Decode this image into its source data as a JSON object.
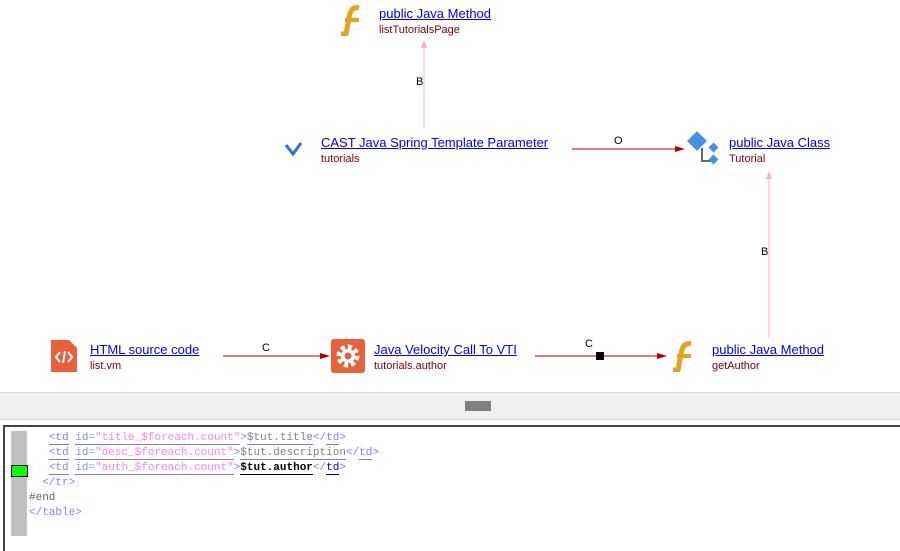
{
  "nodes": [
    {
      "title": " public Java Method",
      "subtitle": "listTutorialsPage",
      "icon": "java-method-icon"
    },
    {
      "title": "CAST Java Spring Template Parameter",
      "subtitle": "tutorials",
      "icon": "spring-parameter-icon"
    },
    {
      "title": " public Java Class",
      "subtitle": "Tutorial",
      "icon": "java-class-icon"
    },
    {
      "title": "HTML source code",
      "subtitle": "list.vm",
      "icon": "html-file-icon"
    },
    {
      "title": "Java Velocity Call To VTI",
      "subtitle": "tutorials.author",
      "icon": "gear-icon"
    },
    {
      "title": " public Java Method",
      "subtitle": "getAuthor",
      "icon": "java-method-icon"
    }
  ],
  "edges": [
    "B",
    "O",
    "B",
    "C",
    "C"
  ],
  "code": {
    "lines": [
      {
        "indent": "   ",
        "id": "title_$foreach.count",
        "text": "$tut.title"
      },
      {
        "indent": "   ",
        "id": "desc_$foreach.count",
        "text": "$tut.description"
      },
      {
        "indent": "   ",
        "id": "auth_$foreach.count",
        "text": "$tut.author"
      }
    ],
    "tr_close": "  </tr>",
    "end": "#end",
    "table_close": "</table>"
  },
  "colors": {
    "edge": "#c00000",
    "link": "#0000ee",
    "marker": "#00ff00"
  }
}
